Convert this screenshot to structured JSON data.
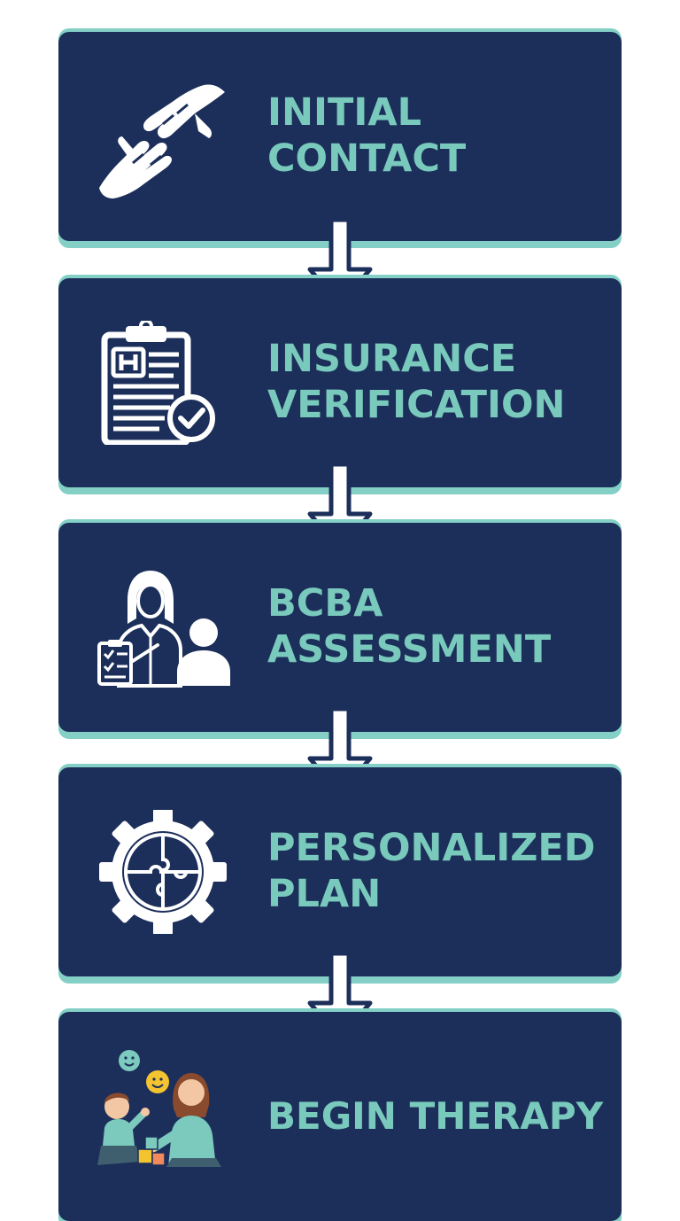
{
  "steps": [
    {
      "title": "INITIAL CONTACT",
      "icon": "handshake-reach-icon"
    },
    {
      "title": "INSURANCE VERIFICATION",
      "icon": "clipboard-check-icon"
    },
    {
      "title": "BCBA ASSESSMENT",
      "icon": "clinician-with-child-icon"
    },
    {
      "title": "PERSONALIZED PLAN",
      "icon": "gear-puzzle-icon"
    },
    {
      "title": "BEGIN THERAPY",
      "icon": "child-therapy-play-icon"
    }
  ],
  "colors": {
    "box": "#1c2f5a",
    "accent": "#79c9bc",
    "box_shadow": "#84d0c6",
    "arrow": "#ffffff"
  }
}
